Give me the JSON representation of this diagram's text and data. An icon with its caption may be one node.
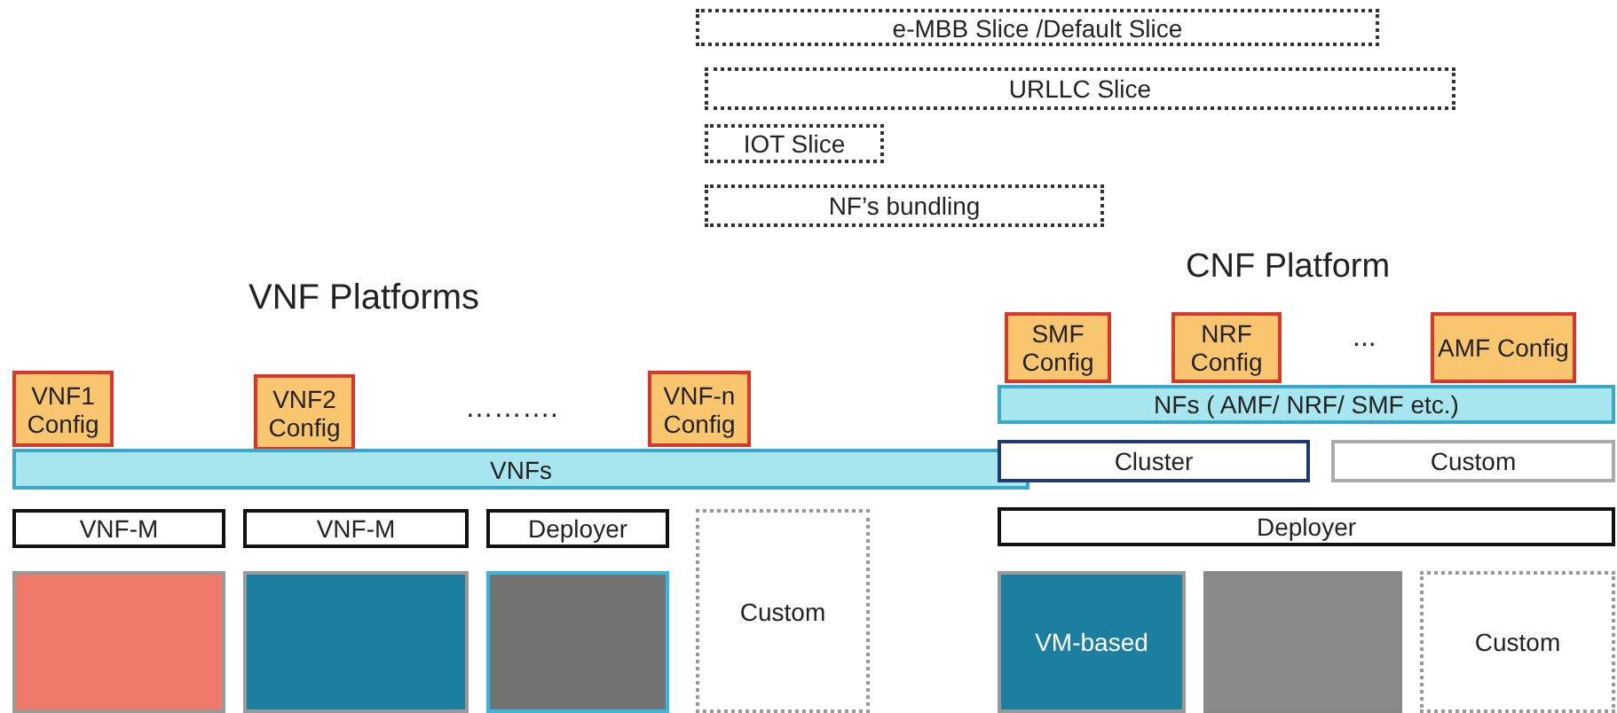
{
  "diagram": {
    "nodes": [
      {
        "text": [
          "e-MBB Slice /Default Slice"
        ]
      },
      {
        "text": [
          "URLLC Slice"
        ]
      },
      {
        "text": [
          "IOT Slice"
        ]
      },
      {
        "text": [
          "NF’s bundling"
        ]
      },
      {
        "text": [
          "VNF1 Config"
        ]
      },
      {
        "text": [
          "VNF2 Config"
        ]
      },
      {
        "text": [
          "VNF-n Config"
        ]
      },
      {
        "text": [
          "VNFs"
        ]
      },
      {
        "text": [
          "VNF-M"
        ]
      },
      {
        "text": [
          "VNF-M"
        ]
      },
      {
        "text": [
          "Deployer"
        ]
      },
      {
        "text": [],
        "shape": "box"
      },
      {
        "text": [],
        "shape": "box"
      },
      {
        "text": [],
        "shape": "box"
      },
      {
        "text": [
          "Custom"
        ]
      },
      {
        "text": [
          "SMF Config"
        ]
      },
      {
        "text": [
          "NRF Config"
        ]
      },
      {
        "text": [
          "AMF Config"
        ]
      },
      {
        "text": [
          "NFs ( AMF/ NRF/ SMF etc.)"
        ]
      },
      {
        "text": [
          "Cluster"
        ]
      },
      {
        "text": [
          "Custom"
        ]
      },
      {
        "text": [
          "Deployer"
        ]
      },
      {
        "text": [
          "VM-based"
        ]
      },
      {
        "text": [],
        "shape": "box"
      },
      {
        "text": [
          "Custom"
        ]
      }
    ],
    "edges": [],
    "labels": [
      "VNF Platforms",
      "CNF Platform",
      "……….",
      "..."
    ]
  }
}
